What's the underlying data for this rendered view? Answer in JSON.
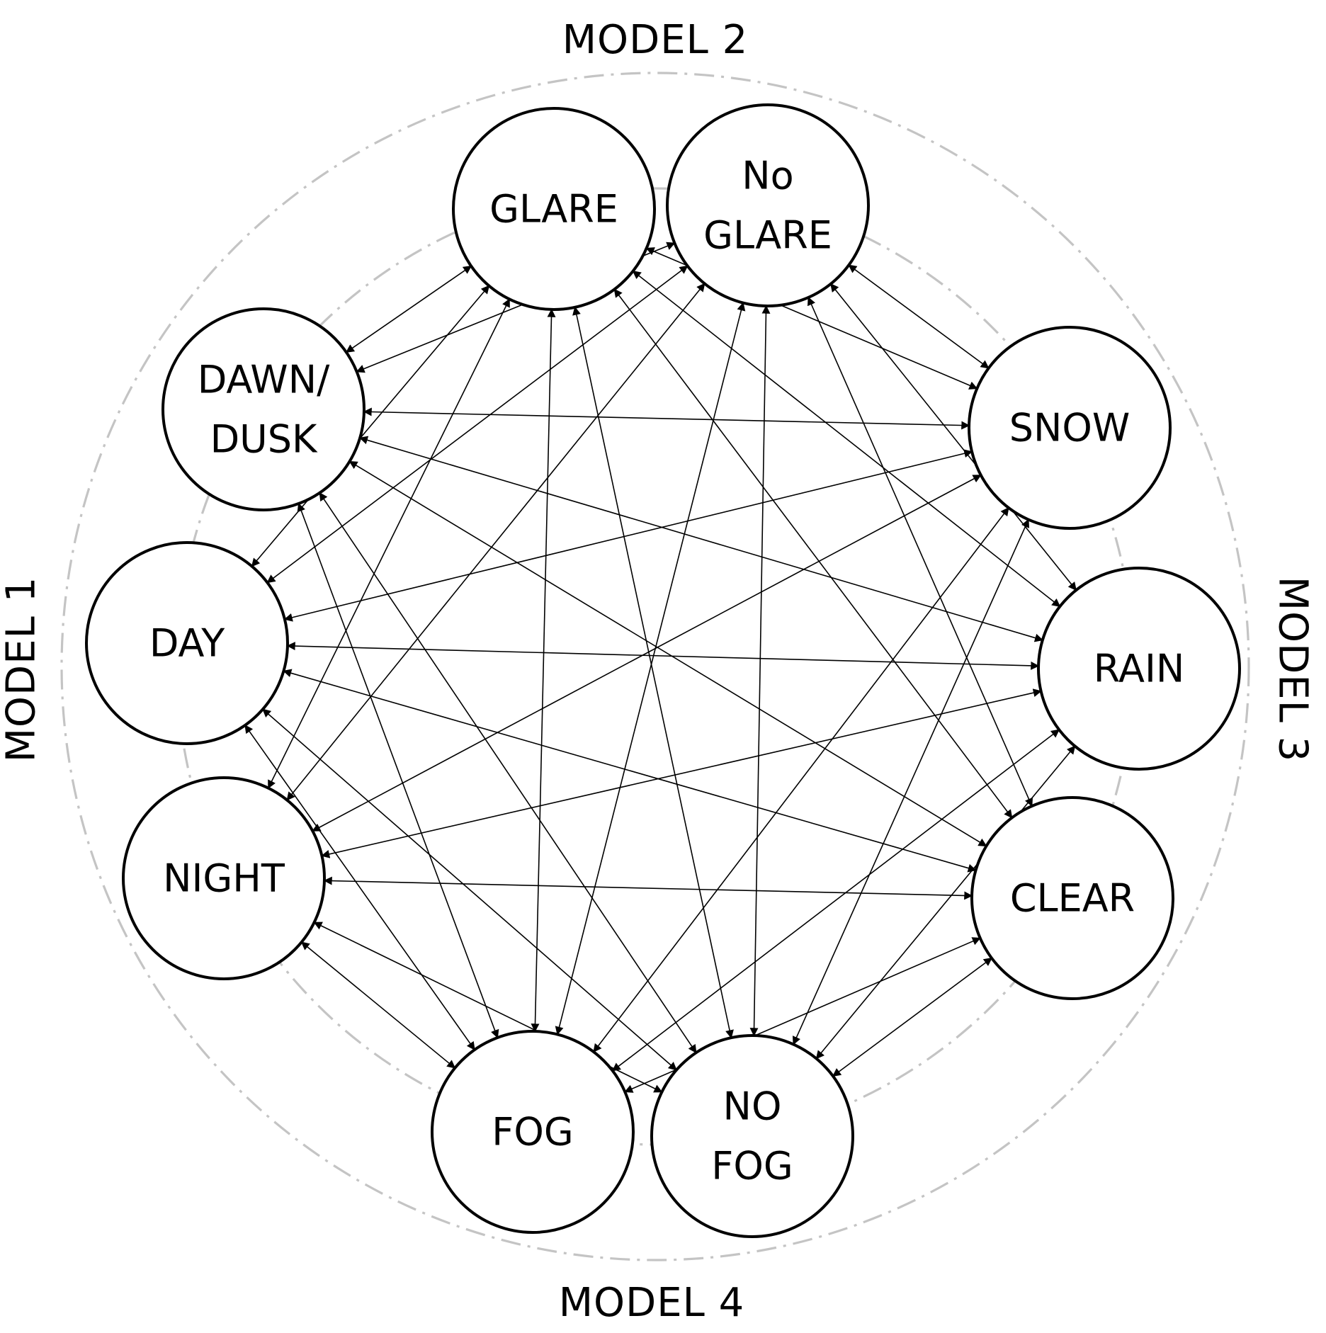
{
  "models": {
    "model_1": "MODEL 1",
    "model_2": "MODEL 2",
    "model_3": "MODEL 3",
    "model_4": "MODEL 4"
  },
  "nodes": [
    {
      "id": "glare",
      "lines": [
        "GLARE"
      ]
    },
    {
      "id": "no-glare",
      "lines": [
        "No",
        "GLARE"
      ]
    },
    {
      "id": "snow",
      "lines": [
        "SNOW"
      ]
    },
    {
      "id": "rain",
      "lines": [
        "RAIN"
      ]
    },
    {
      "id": "clear",
      "lines": [
        "CLEAR"
      ]
    },
    {
      "id": "no-fog",
      "lines": [
        "NO",
        "FOG"
      ]
    },
    {
      "id": "fog",
      "lines": [
        "FOG"
      ]
    },
    {
      "id": "night",
      "lines": [
        "NIGHT"
      ]
    },
    {
      "id": "day",
      "lines": [
        "DAY"
      ]
    },
    {
      "id": "dawn-dusk",
      "lines": [
        "DAWN/",
        "DUSK"
      ]
    }
  ],
  "edges": [
    [
      "glare",
      "snow"
    ],
    [
      "glare",
      "rain"
    ],
    [
      "glare",
      "clear"
    ],
    [
      "glare",
      "no-fog"
    ],
    [
      "glare",
      "fog"
    ],
    [
      "glare",
      "night"
    ],
    [
      "glare",
      "day"
    ],
    [
      "glare",
      "dawn-dusk"
    ],
    [
      "no-glare",
      "snow"
    ],
    [
      "no-glare",
      "rain"
    ],
    [
      "no-glare",
      "clear"
    ],
    [
      "no-glare",
      "no-fog"
    ],
    [
      "no-glare",
      "fog"
    ],
    [
      "no-glare",
      "night"
    ],
    [
      "no-glare",
      "day"
    ],
    [
      "no-glare",
      "dawn-dusk"
    ],
    [
      "snow",
      "no-fog"
    ],
    [
      "snow",
      "fog"
    ],
    [
      "snow",
      "night"
    ],
    [
      "snow",
      "day"
    ],
    [
      "snow",
      "dawn-dusk"
    ],
    [
      "rain",
      "no-fog"
    ],
    [
      "rain",
      "fog"
    ],
    [
      "rain",
      "night"
    ],
    [
      "rain",
      "day"
    ],
    [
      "rain",
      "dawn-dusk"
    ],
    [
      "clear",
      "no-fog"
    ],
    [
      "clear",
      "fog"
    ],
    [
      "clear",
      "night"
    ],
    [
      "clear",
      "day"
    ],
    [
      "clear",
      "dawn-dusk"
    ],
    [
      "no-fog",
      "night"
    ],
    [
      "no-fog",
      "day"
    ],
    [
      "no-fog",
      "dawn-dusk"
    ],
    [
      "fog",
      "night"
    ],
    [
      "fog",
      "day"
    ],
    [
      "fog",
      "dawn-dusk"
    ]
  ]
}
